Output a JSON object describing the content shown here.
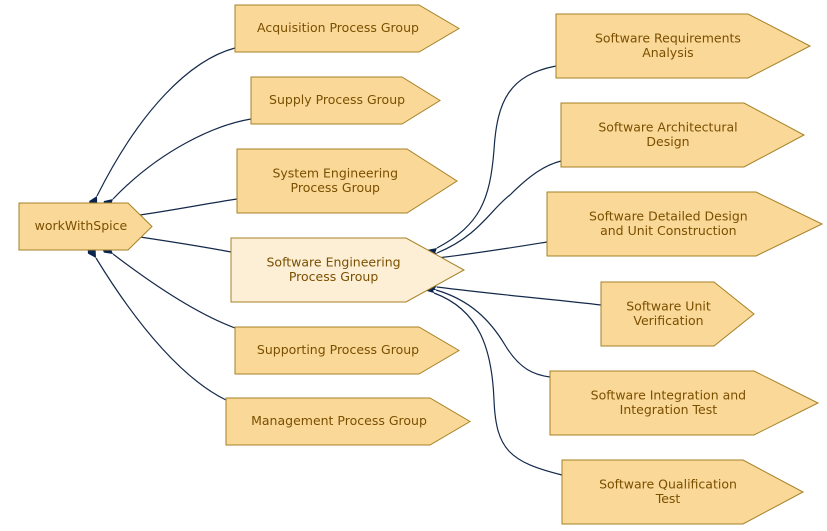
{
  "diagram": {
    "root": {
      "label": "workWithSpice"
    },
    "groups": [
      {
        "lines": [
          "Acquisition Process Group"
        ]
      },
      {
        "lines": [
          "Supply Process Group"
        ]
      },
      {
        "lines": [
          "System Engineering",
          "Process Group"
        ]
      },
      {
        "lines": [
          "Software Engineering",
          "Process Group"
        ]
      },
      {
        "lines": [
          "Supporting Process Group"
        ]
      },
      {
        "lines": [
          "Management Process Group"
        ]
      }
    ],
    "processes": [
      {
        "lines": [
          "Software Requirements",
          "Analysis"
        ]
      },
      {
        "lines": [
          "Software Architectural",
          "Design"
        ]
      },
      {
        "lines": [
          "Software Detailed Design",
          "and Unit Construction"
        ]
      },
      {
        "lines": [
          "Software Unit",
          "Verification"
        ]
      },
      {
        "lines": [
          "Software Integration and",
          "Integration Test"
        ]
      },
      {
        "lines": [
          "Software Qualification",
          "Test"
        ]
      }
    ],
    "colors": {
      "node_fill": "#fad898",
      "highlight_fill": "#fdefd5",
      "node_stroke": "#a68126",
      "text": "#7a4f00",
      "edge": "#14294a"
    }
  }
}
